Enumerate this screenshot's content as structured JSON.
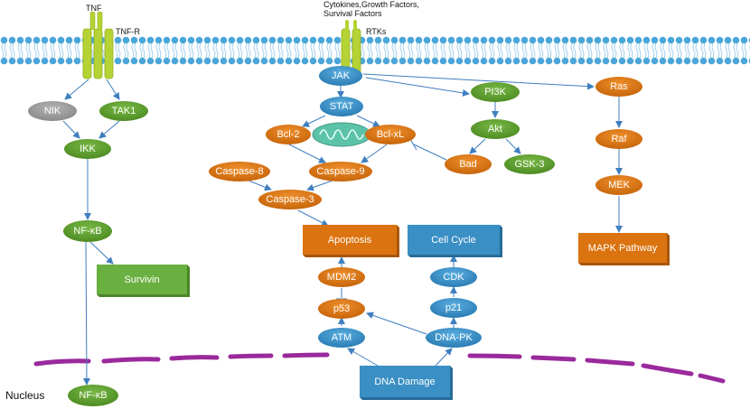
{
  "labels": {
    "tnf": "TNF",
    "tnf_r": "TNF-R",
    "cytokines_line1": "Cytokines,Growth Factors,",
    "cytokines_line2": "Survival Factors",
    "rtks": "RTKs",
    "nucleus": "Nucleus"
  },
  "nodes": {
    "jak": "JAK",
    "stat": "STAT",
    "nik": "NIK",
    "tak1": "TAK1",
    "ikk": "IKK",
    "nfkb": "NF-κB",
    "nfkb_nucleus": "NF-κB",
    "survivin": "Survivin",
    "bcl2": "Bcl-2",
    "bclxl": "Bcl-xL",
    "caspase8": "Caspase-8",
    "caspase9": "Caspase-9",
    "caspase3": "Caspase-3",
    "apoptosis": "Apoptosis",
    "pi3k": "PI3K",
    "akt": "Akt",
    "bad": "Bad",
    "gsk3": "GSK-3",
    "ras": "Ras",
    "raf": "Raf",
    "mek": "MEK",
    "mapk": "MAPK Pathway",
    "cell_cycle": "Cell Cycle",
    "cdk": "CDK",
    "p21": "p21",
    "mdm2": "MDM2",
    "p53": "p53",
    "atm": "ATM",
    "dnapk": "DNA-PK",
    "dna_damage": "DNA Damage"
  },
  "colors": {
    "blue": "#3a8fc4",
    "orange": "#db7410",
    "green": "#5ea02e",
    "grey": "#9a9a9a",
    "receptor": "#b5d334",
    "membrane": "#4aa6d8",
    "nuclear_membrane": "#9a2a9c",
    "mitochondrion": "#5dc3a8",
    "arrow": "#3f7fbf"
  }
}
